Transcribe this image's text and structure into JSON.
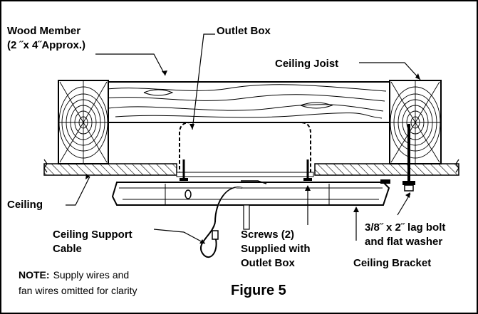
{
  "labels": {
    "wood_member": "Wood  Member",
    "wood_member_size": "(2 ˝x 4˝Approx.)",
    "outlet_box": "Outlet Box",
    "ceiling_joist": "Ceiling Joist",
    "ceiling": "Ceiling",
    "ceiling_support_cable_1": "Ceiling Support",
    "ceiling_support_cable_2": "Cable",
    "screws_1": "Screws (2)",
    "screws_2": "Supplied with",
    "screws_3": "Outlet Box",
    "lag_bolt_1": "3/8˝ x 2˝ lag bolt",
    "lag_bolt_2": "and flat washer",
    "ceiling_bracket": "Ceiling Bracket"
  },
  "note": {
    "heading": "NOTE:",
    "line1": "Supply wires and",
    "line2": "fan wires omitted for clarity"
  },
  "figure_caption": "Figure 5"
}
